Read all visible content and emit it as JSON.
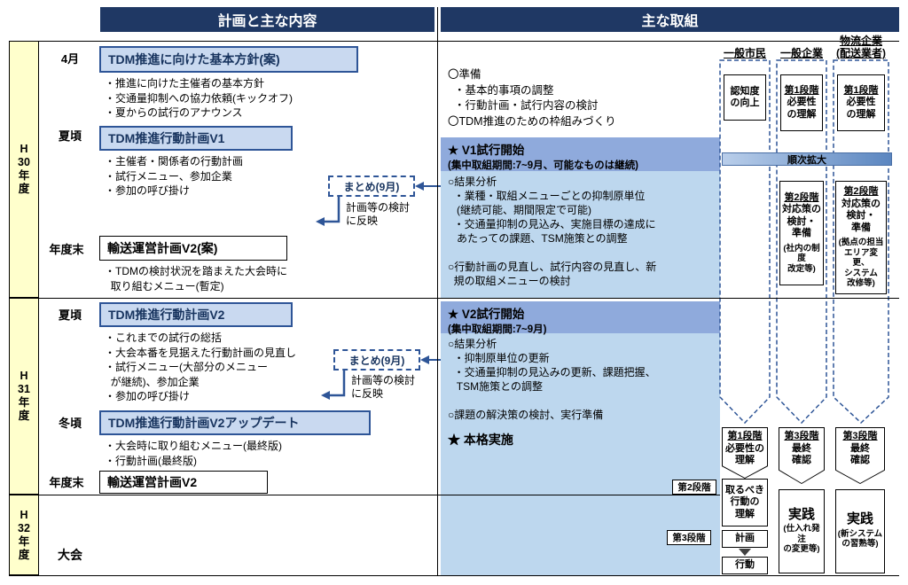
{
  "colors": {
    "navy_header": "#1F3864",
    "border_blue": "#2E5597",
    "box_fill_blue": "#C9D9F0",
    "band_blue": "#8FAADC",
    "body_blue": "#BDD7EE",
    "year_yellow": "#FFFFCC"
  },
  "header": {
    "left": "計画と主な内容",
    "right": "主な取組"
  },
  "years": {
    "h30": "H\n30\n年\n度",
    "h31": "H\n31\n年\n度",
    "h32": "H\n32\n年\n度"
  },
  "plan": {
    "time_april": "4月",
    "basic_policy_title": "TDM推進に向けた基本方針(案)",
    "basic_policy_bullets": [
      "・推進に向けた主催者の基本方針",
      "・交通量抑制への協力依頼(キックオフ)",
      "・夏からの試行のアナウンス"
    ],
    "time_summer1": "夏頃",
    "action_v1_title": "TDM推進行動計画V1",
    "action_v1_bullets": [
      "・主催者・関係者の行動計画",
      "・試行メニュー、参加企業",
      "・参加の呼び掛け"
    ],
    "matome1": "まとめ(9月)",
    "matome1_note": "計画等の検討\nに反映",
    "time_yearend1": "年度末",
    "transport_draft_title": "輸送運営計画V2(案)",
    "transport_draft_bullets": [
      "・TDMの検討状況を踏まえた大会時に",
      "  取り組むメニュー(暫定)"
    ],
    "time_summer2": "夏頃",
    "action_v2_title": "TDM推進行動計画V2",
    "action_v2_bullets": [
      "・これまでの試行の総括",
      "・大会本番を見据えた行動計画の見直し",
      "・試行メニュー(大部分のメニュー",
      "  が継続)、参加企業",
      "・参加の呼び掛け"
    ],
    "matome2": "まとめ(9月)",
    "matome2_note": "計画等の検討\nに反映",
    "time_winter": "冬頃",
    "action_update_title": "TDM推進行動計画V2アップデート",
    "action_update_bullets": [
      "・大会時に取り組むメニュー(最終版)",
      "・行動計画(最終版)"
    ],
    "time_yearend2": "年度末",
    "transport_final_title": "輸送運営計画V2",
    "time_taikai": "大会"
  },
  "actions": {
    "prep_lines": [
      "〇準備",
      "  ・基本的事項の調整",
      "  ・行動計画・試行内容の検討",
      "〇TDM推進のための枠組みづくり"
    ],
    "v1_title": "★ V1試行開始",
    "v1_subtitle": "(集中取組期間:7~9月、可能なものは継続)",
    "v1_body": [
      "○結果分析",
      "  ・業種・取組メニューごとの抑制原単位",
      "   (継続可能、期間限定で可能)",
      "  ・交通量抑制の見込み、実施目標の達成に",
      "   あたっての課題、TSM施策との調整",
      " ",
      "○行動計画の見直し、試行内容の見直し、新",
      "  規の取組メニューの検討"
    ],
    "v2_title": "★ V2試行開始",
    "v2_subtitle": "(集中取組期間:7~9月)",
    "v2_body": [
      "○結果分析",
      "  ・抑制原単位の更新",
      "  ・交通量抑制の見込みの更新、課題把握、",
      "   TSM施策との調整",
      " ",
      "○課題の解決策の検討、実行準備"
    ],
    "full_title": "★ 本格実施",
    "expand_bar": "順次拡大"
  },
  "stakeholders": {
    "citizens_header": "一般市民",
    "companies_header": "一般企業",
    "logistics_header": "物流企業\n(配送業者)",
    "citizens_stage1": "認知度\nの向上",
    "companies_stage1_label": "第1段階",
    "companies_stage1_text": "必要性\nの理解",
    "logistics_stage1_label": "第1段階",
    "logistics_stage1_text": "必要性\nの理解",
    "companies_stage2_label": "第2段階",
    "companies_stage2_text": "対応策の\n検討・\n準備",
    "companies_stage2_note": "(社内の制度\n改定等)",
    "logistics_stage2_label": "第2段階",
    "logistics_stage2_text": "対応策の\n検討・\n準備",
    "logistics_stage2_note": "(拠点の担当\nエリア変更、\nシステム\n改修等)",
    "citizens_final_label": "第1段階",
    "citizens_final_text": "必要性の\n理解",
    "companies_final_label": "第3段階",
    "companies_final_text": "最終\n確認",
    "logistics_final_label": "第3段階",
    "logistics_final_text": "最終\n確認",
    "tag_stage2": "第2段階",
    "citizens_action_box": "取るべき\n行動の\n理解",
    "tag_stage3": "第3段階",
    "citizens_plan_box": "計画",
    "citizens_do_box": "行動",
    "companies_practice": "実践",
    "companies_practice_note": "(仕入れ発注\nの変更等)",
    "logistics_practice": "実践",
    "logistics_practice_note": "(新システム\nの習熟等)"
  }
}
